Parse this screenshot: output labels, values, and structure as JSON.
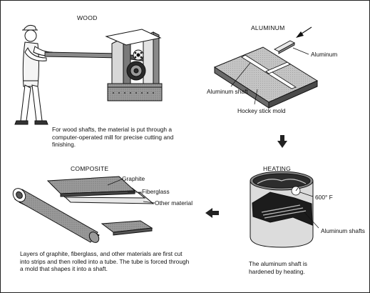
{
  "wood": {
    "title": "WOOD",
    "caption": "For wood shafts, the material is put through a computer-operated mill for precise cutting and finishing."
  },
  "aluminum": {
    "title": "ALUMINUM",
    "label_aluminum": "Aluminum",
    "label_shaft": "Aluminum shaft",
    "label_mold": "Hockey stick mold"
  },
  "heating": {
    "title": "HEATING",
    "temperature": "600° F",
    "label_shafts": "Aluminum shafts",
    "caption": "The aluminum shaft is hardened by heating."
  },
  "composite": {
    "title": "COMPOSITE",
    "label_graphite": "Graphite",
    "label_fiberglass": "Fiberglass",
    "label_other": "Other material",
    "caption": "Layers of graphite, fiberglass, and other materials are first cut into strips and then rolled into a tube. The tube is forced through a mold that shapes it into a shaft."
  }
}
